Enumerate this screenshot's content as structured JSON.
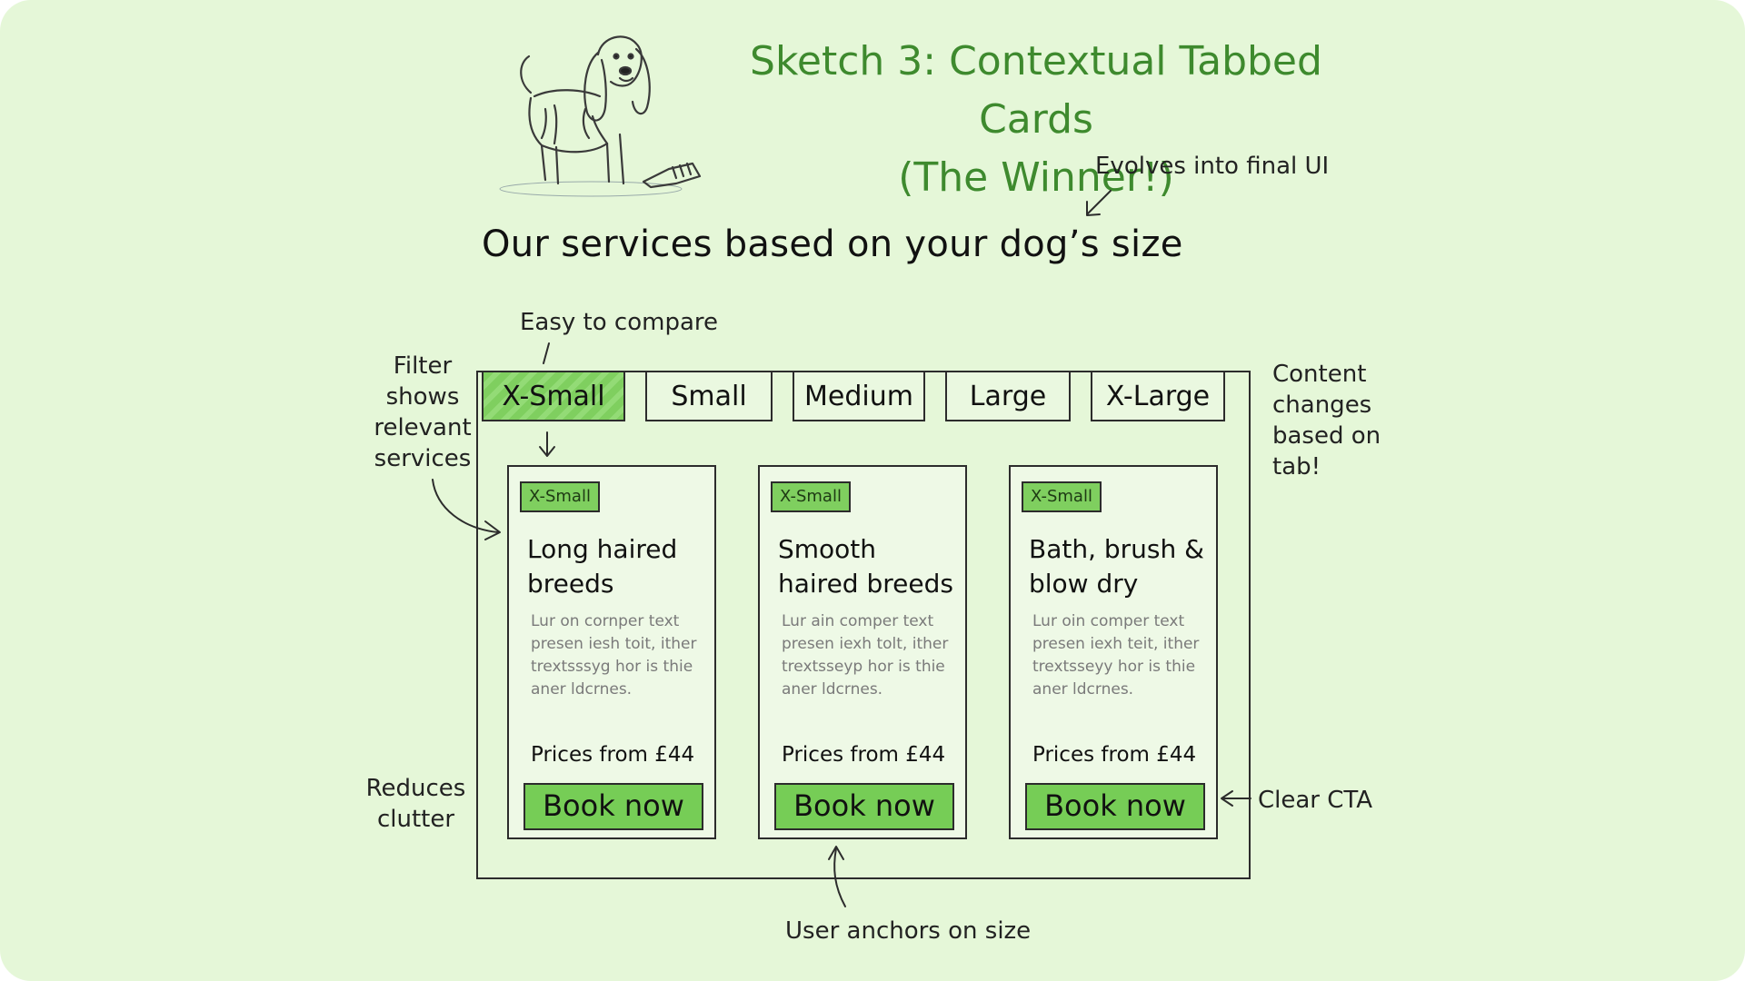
{
  "title": {
    "line1": "Sketch 3: Contextual Tabbed Cards",
    "line2": "(The Winner!)"
  },
  "heading": "Our services based on your dog’s size",
  "annotations": {
    "evolves": "Evolves into final UI",
    "easy_compare": "Easy to compare",
    "filter": [
      "Filter",
      "shows",
      "relevant",
      "services"
    ],
    "content_changes": [
      "Content",
      "changes",
      "based on",
      "tab!"
    ],
    "reduces": [
      "Reduces",
      "clutter"
    ],
    "clear_cta": "Clear CTA",
    "user_anchors": "User anchors on size"
  },
  "tabs": [
    {
      "label": "X-Small",
      "active": true
    },
    {
      "label": "Small",
      "active": false
    },
    {
      "label": "Medium",
      "active": false
    },
    {
      "label": "Large",
      "active": false
    },
    {
      "label": "X-Large",
      "active": false
    }
  ],
  "cards": [
    {
      "badge": "X-Small",
      "title": "Long haired breeds",
      "desc": "Lur on cornper text presen iesh toit, ither trextsssyg hor is thie aner ldcrnes.",
      "price": "Prices from £44",
      "cta": "Book now"
    },
    {
      "badge": "X-Small",
      "title": "Smooth haired breeds",
      "desc": "Lur ain comper text presen iexh tolt, ither trextsseyp hor is thie aner ldcrnes.",
      "price": "Prices from £44",
      "cta": "Book now"
    },
    {
      "badge": "X-Small",
      "title": "Bath, brush & blow dry",
      "desc": "Lur oin comper text presen iexh teit, ither trextsseyy hor is thie aner ldcrnes.",
      "price": "Prices from £44",
      "cta": "Book now"
    }
  ],
  "colors": {
    "background": "#e5f7d8",
    "accent": "#76cd56",
    "title": "#3e8a2e"
  },
  "illustration": "dog-with-brush-icon"
}
